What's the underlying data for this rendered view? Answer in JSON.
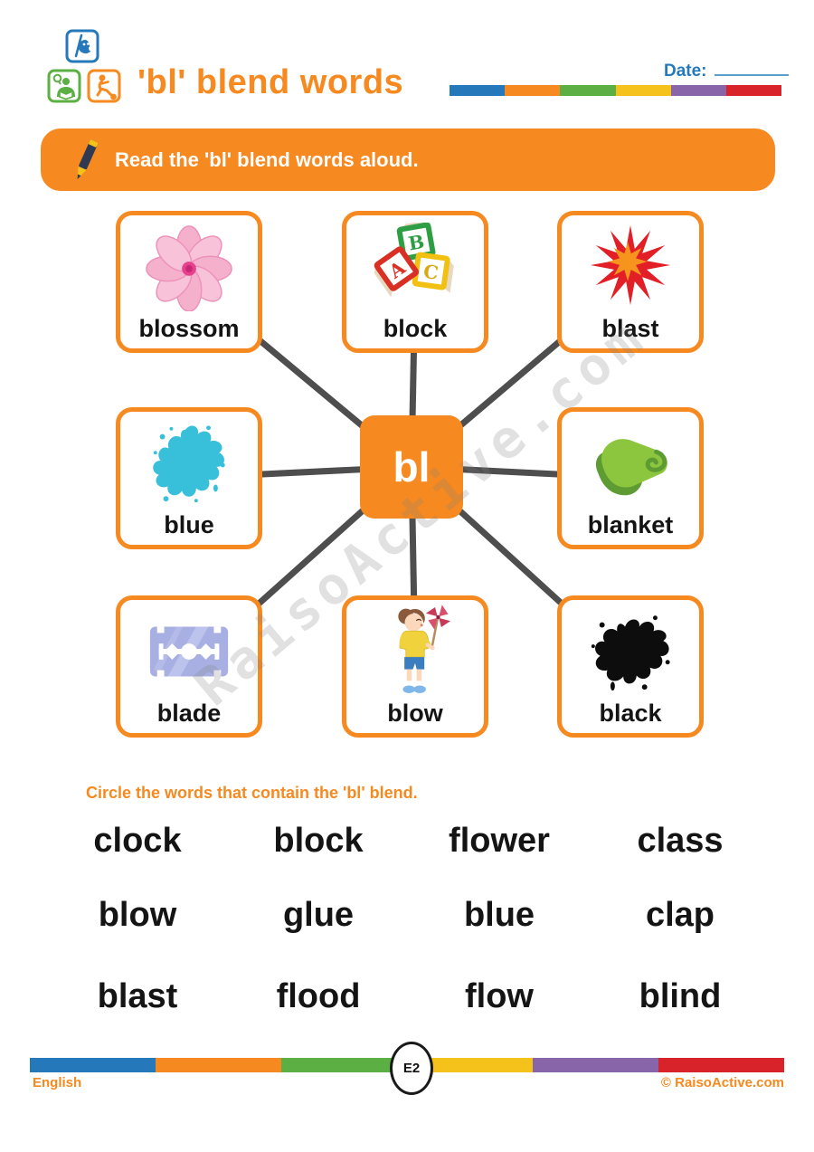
{
  "header": {
    "title": "'bl' blend words",
    "date_label": "Date:",
    "logo_icons": [
      "art-palette-icon",
      "reading-person-icon",
      "sports-runner-icon"
    ]
  },
  "banner": {
    "text": "Read the 'bl' blend words aloud."
  },
  "diagram": {
    "center_label": "bl",
    "cards": [
      {
        "word": "blossom",
        "image": "pink-blossom-flower"
      },
      {
        "word": "block",
        "image": "abc-toy-blocks"
      },
      {
        "word": "blast",
        "image": "red-orange-explosion-burst"
      },
      {
        "word": "blue",
        "image": "blue-paint-splat"
      },
      {
        "word": "blanket",
        "image": "green-folded-blanket"
      },
      {
        "word": "blade",
        "image": "razor-blade"
      },
      {
        "word": "blow",
        "image": "boy-blowing-pinwheel"
      },
      {
        "word": "black",
        "image": "black-ink-splat"
      }
    ]
  },
  "exercise": {
    "instruction": "Circle the words that contain the 'bl' blend.",
    "rows": [
      [
        "clock",
        "block",
        "flower",
        "class"
      ],
      [
        "blow",
        "glue",
        "blue",
        "clap"
      ],
      [
        "blast",
        "flood",
        "flow",
        "blind"
      ]
    ]
  },
  "watermark": "RaisoActive.com",
  "footer": {
    "subject": "English",
    "badge": "E2",
    "copyright": "© RaisoActive.com"
  },
  "colors": {
    "accent_orange": "#F6891F",
    "date_blue": "#2579BA",
    "connector_gray": "#4E4E4E",
    "stripe": [
      "#2579BA",
      "#F6891F",
      "#5CB043",
      "#F5C21B",
      "#8765A8",
      "#D8232A"
    ]
  }
}
